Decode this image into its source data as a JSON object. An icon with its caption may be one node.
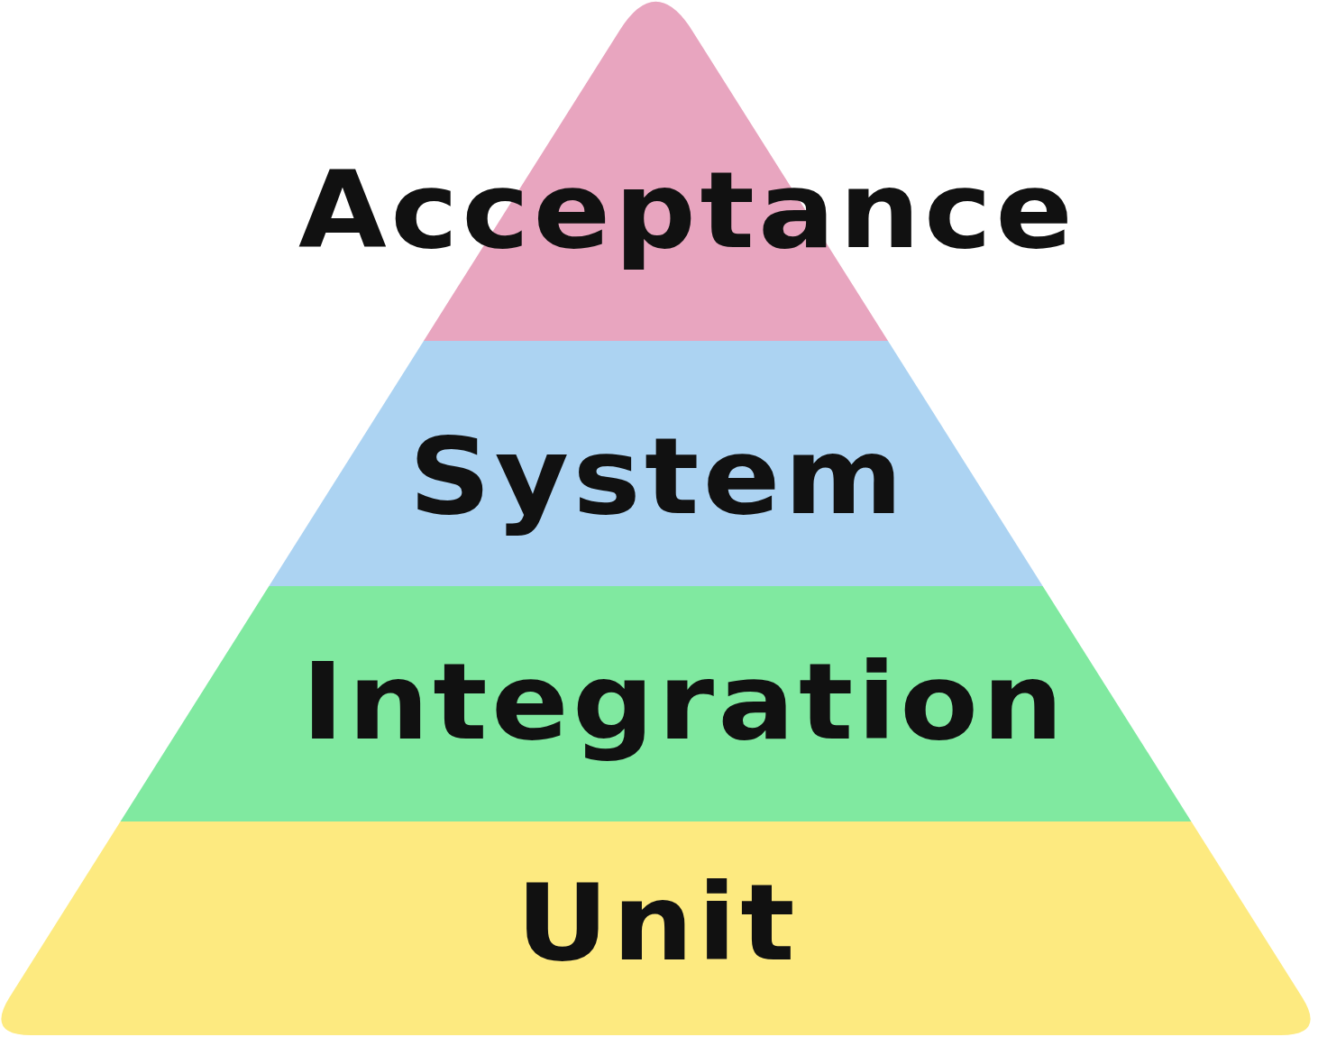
{
  "diagram": {
    "nodes": [
      {
        "text": [
          "Acceptance"
        ]
      },
      {
        "text": [
          "System"
        ]
      },
      {
        "text": [
          "Integration"
        ]
      },
      {
        "text": [
          "Unit"
        ]
      }
    ]
  }
}
